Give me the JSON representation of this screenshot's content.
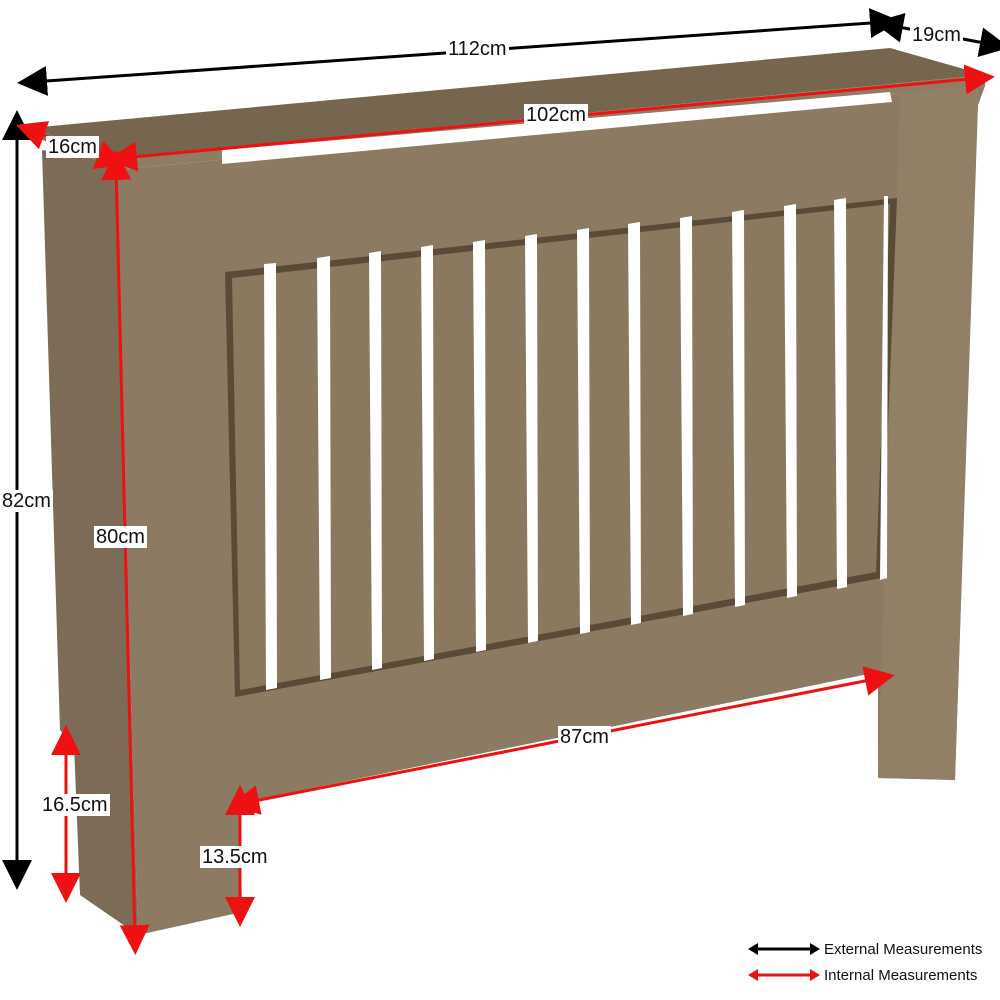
{
  "diagram": {
    "subject": "Radiator cover with vertical slats",
    "material_color": "#8c7a63",
    "slat_count": 14,
    "gap_count": 13
  },
  "measurements": {
    "external": [
      {
        "id": "width",
        "label": "112cm"
      },
      {
        "id": "depth",
        "label": "19cm"
      },
      {
        "id": "height",
        "label": "82cm"
      }
    ],
    "internal": [
      {
        "id": "inner_depth",
        "label": "16cm"
      },
      {
        "id": "inner_width",
        "label": "102cm"
      },
      {
        "id": "inner_height",
        "label": "80cm"
      },
      {
        "id": "leg_side_height",
        "label": "16.5cm"
      },
      {
        "id": "leg_front_height",
        "label": "13.5cm"
      },
      {
        "id": "leg_gap_width",
        "label": "87cm"
      }
    ]
  },
  "legend": {
    "items": [
      {
        "label": "External Measurements",
        "color": "#000000"
      },
      {
        "label": "Internal Measurements",
        "color": "#ee1111"
      }
    ]
  }
}
